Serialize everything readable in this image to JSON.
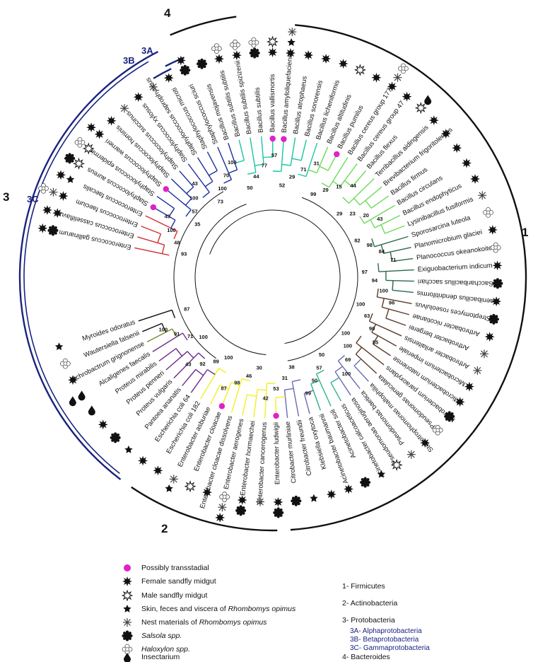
{
  "phyla": [
    {
      "num": "1",
      "label": "Firmicutes"
    },
    {
      "num": "2",
      "label": "Actinobacteria"
    },
    {
      "num": "3",
      "label": "Protobacteria"
    },
    {
      "num": "4",
      "label": "Bacteroides"
    }
  ],
  "subgroups": [
    {
      "num": "3A",
      "label": "Alphaprotobacteria"
    },
    {
      "num": "3B",
      "label": "Betaprotobacteria"
    },
    {
      "num": "3C",
      "label": "Gammaprotobacteria"
    }
  ],
  "legend": [
    {
      "icon": "magenta-dot-icon",
      "text": "Possibly transstadial",
      "italic": ""
    },
    {
      "icon": "black-star-icon",
      "text": "Female sandfly midgut",
      "italic": ""
    },
    {
      "icon": "outline-star-icon",
      "text": "Male sandfly midgut",
      "italic": ""
    },
    {
      "icon": "small-star-icon",
      "text": "Skin, feces and viscera of ",
      "italic": "Rhombomys opimus"
    },
    {
      "icon": "asterisk-star-icon",
      "text": "Nest materials of ",
      "italic": "Rhombomys opimus"
    },
    {
      "icon": "scalloped-circle-icon",
      "text": "",
      "italic": "Salsola spp."
    },
    {
      "icon": "flower-outline-icon",
      "text": "",
      "italic": "Haloxylon spp."
    },
    {
      "icon": "drop-icon",
      "text": "Insectarium",
      "italic": ""
    }
  ],
  "taxa": [
    {
      "name": "Enterococcus gallinarum",
      "group": "firm",
      "mark": [
        "scalloped-circle-icon",
        "black-star-icon"
      ]
    },
    {
      "name": "Enterococcus casseliflavus",
      "group": "firm",
      "mark": [
        "black-star-icon",
        "black-star-icon"
      ]
    },
    {
      "name": "Enterococcus faecium",
      "group": "firm",
      "mark": [
        "black-star-icon",
        "asterisk-star-icon",
        "flower-outline-icon"
      ]
    },
    {
      "name": "Enterococcus faecalis",
      "group": "firm",
      "mark": [
        "small-star-icon",
        "black-star-icon"
      ]
    },
    {
      "name": "Staphylococcus aureus",
      "group": "firm",
      "mark": [
        "outline-star-icon",
        "scalloped-circle-icon"
      ],
      "dot": true
    },
    {
      "name": "Staphylococcus epidermidis",
      "group": "firm",
      "mark": [
        "outline-star-icon",
        "flower-outline-icon"
      ]
    },
    {
      "name": "Staphylococcus warneri",
      "group": "firm",
      "mark": [
        "black-star-icon",
        "black-star-icon"
      ],
      "dot": true
    },
    {
      "name": "Staphylococcus hominis",
      "group": "firm",
      "mark": [
        "black-star-icon"
      ]
    },
    {
      "name": "Staphylococcus succinus",
      "group": "firm",
      "mark": [
        "asterisk-star-icon"
      ]
    },
    {
      "name": "Staphylococcus xylosus",
      "group": "firm",
      "mark": [
        "black-star-icon"
      ]
    },
    {
      "name": "Staphylococcus saprophyticus",
      "group": "firm",
      "mark": [
        "asterisk-star-icon"
      ]
    },
    {
      "name": "Staphylococcus microti",
      "group": "firm",
      "mark": [
        "black-star-icon"
      ]
    },
    {
      "name": "Staphylococcus sciuri",
      "group": "firm",
      "mark": [
        "scalloped-circle-icon",
        "black-star-icon"
      ]
    },
    {
      "name": "Bacillus mojavensis",
      "group": "firm",
      "mark": [
        "scalloped-circle-icon"
      ]
    },
    {
      "name": "Bacillus subtilis subtilis",
      "group": "firm",
      "mark": [
        "black-star-icon",
        "flower-outline-icon"
      ]
    },
    {
      "name": "Bacillus subtilis spizizenii",
      "group": "firm",
      "mark": [
        "black-star-icon",
        "flower-outline-icon"
      ]
    },
    {
      "name": "Bacillus subtilis",
      "group": "firm",
      "mark": [
        "scalloped-circle-icon",
        "flower-outline-icon"
      ]
    },
    {
      "name": "Bacillus vallismortis",
      "group": "firm",
      "mark": [
        "black-star-icon",
        "outline-star-icon"
      ],
      "dot": true
    },
    {
      "name": "Bacillus amyloliquefaciens",
      "group": "firm",
      "mark": [
        "black-star-icon",
        "small-star-icon",
        "asterisk-star-icon"
      ],
      "dot": true
    },
    {
      "name": "Bacillus atrophaeus",
      "group": "firm",
      "mark": [
        "black-star-icon"
      ]
    },
    {
      "name": "Bacillus sonorensis",
      "group": "firm",
      "mark": [
        "black-star-icon"
      ]
    },
    {
      "name": "Bacillus licheniformis",
      "group": "firm",
      "mark": [
        "black-star-icon"
      ]
    },
    {
      "name": "Bacillus altitudinis",
      "group": "firm",
      "mark": [
        "outline-star-icon"
      ]
    },
    {
      "name": "Bacillus pumilus",
      "group": "firm",
      "mark": [
        "black-star-icon"
      ],
      "dot": true
    },
    {
      "name": "Bacillus cereus group 177",
      "group": "firm",
      "mark": [
        "black-star-icon",
        "asterisk-star-icon",
        "flower-outline-icon"
      ]
    },
    {
      "name": "Bacillus cereus group 47",
      "group": "firm",
      "mark": [
        "black-star-icon"
      ]
    },
    {
      "name": "Bacillus flexus",
      "group": "firm",
      "mark": [
        "outline-star-icon",
        "drop-icon"
      ]
    },
    {
      "name": "Terribacillus aidingensis",
      "group": "firm",
      "mark": [
        "black-star-icon"
      ]
    },
    {
      "name": "Brevibacterium frigoritolerans",
      "group": "firm",
      "mark": [
        "black-star-icon"
      ]
    },
    {
      "name": "Bacillus firmus",
      "group": "firm",
      "mark": [
        "black-star-icon"
      ]
    },
    {
      "name": "Bacillus circulans",
      "group": "firm",
      "mark": [
        "black-star-icon"
      ]
    },
    {
      "name": "Bacillus endophyticus",
      "group": "firm",
      "mark": [
        "black-star-icon"
      ]
    },
    {
      "name": "Lysinibacillus fusiformis",
      "group": "firm",
      "mark": [
        "asterisk-star-icon"
      ]
    },
    {
      "name": "Sporosarcina luteola",
      "group": "firm",
      "mark": [
        "flower-outline-icon"
      ]
    },
    {
      "name": "Planomicrobium glaciei",
      "group": "firm",
      "mark": [
        "black-star-icon"
      ]
    },
    {
      "name": "Planococcus okeanokoites",
      "group": "firm",
      "mark": [
        "flower-outline-icon"
      ]
    },
    {
      "name": "Exiguobacterium indicum",
      "group": "firm",
      "mark": [
        "black-star-icon"
      ]
    },
    {
      "name": "Saccharibacillus sacchari",
      "group": "firm",
      "mark": [
        "scalloped-circle-icon"
      ]
    },
    {
      "name": "Paenibacillus dendritiformis",
      "group": "firm",
      "mark": [
        "black-star-icon"
      ]
    },
    {
      "name": "Streptomyces roseolulvus",
      "group": "act",
      "mark": [
        "scalloped-circle-icon"
      ]
    },
    {
      "name": "Arthrobacter nicotianae",
      "group": "act",
      "mark": [
        "black-star-icon"
      ]
    },
    {
      "name": "Arthrobacter bergerei",
      "group": "act",
      "mark": [
        "asterisk-star-icon"
      ]
    },
    {
      "name": "Arthrobacter arilaitensis",
      "group": "act",
      "mark": [
        "asterisk-star-icon"
      ]
    },
    {
      "name": "Microbacterium imperiale",
      "group": "act",
      "mark": [
        "black-star-icon"
      ]
    },
    {
      "name": "Microbacterium natoriense",
      "group": "act",
      "mark": [
        "black-star-icon"
      ]
    },
    {
      "name": "Microbacterium paraoxydans",
      "group": "act",
      "mark": [
        "scalloped-circle-icon"
      ]
    },
    {
      "name": "Pseudomonas geniculata",
      "group": "act",
      "mark": [
        "flower-outline-icon"
      ]
    },
    {
      "name": "Stenotrophomonas maltophilia",
      "group": "gamma",
      "mark": [
        "black-star-icon"
      ]
    },
    {
      "name": "Pseudomonas baetica",
      "group": "gamma",
      "mark": [
        "asterisk-star-icon"
      ]
    },
    {
      "name": "Pseudomonas aeruginosa",
      "group": "gamma",
      "mark": [
        "outline-star-icon"
      ]
    },
    {
      "name": "Acinetobacter calcoaceticus",
      "group": "gamma",
      "mark": [
        "small-star-icon"
      ]
    },
    {
      "name": "Acinetobacter soli",
      "group": "gamma",
      "mark": [
        "scalloped-circle-icon"
      ]
    },
    {
      "name": "Acinetobacter baumannii",
      "group": "gamma",
      "mark": [
        "black-star-icon"
      ]
    },
    {
      "name": "Klebsiella oxytoca",
      "group": "gamma",
      "mark": [
        "black-star-icon"
      ]
    },
    {
      "name": "Citrobacter freundii",
      "group": "gamma",
      "mark": [
        "small-star-icon"
      ]
    },
    {
      "name": "Citrobacter murliniae",
      "group": "gamma",
      "mark": [
        "scalloped-circle-icon"
      ]
    },
    {
      "name": "Enterobacter ludwigii",
      "group": "gamma",
      "mark": [
        "black-star-icon",
        "scalloped-circle-icon"
      ],
      "dot": true
    },
    {
      "name": "Enterobacter cancerogenus",
      "group": "gamma",
      "mark": [
        "asterisk-star-icon"
      ]
    },
    {
      "name": "Enterobacter hormaechei",
      "group": "gamma",
      "mark": [
        "black-star-icon",
        "scalloped-circle-icon"
      ]
    },
    {
      "name": "Enterobacter aerogenes",
      "group": "gamma",
      "mark": [
        "flower-outline-icon",
        "asterisk-star-icon",
        "black-star-icon"
      ]
    },
    {
      "name": "Enterobacter cloacae dissolvens",
      "group": "gamma",
      "mark": [
        "black-star-icon"
      ]
    },
    {
      "name": "Enterobacter cloacae",
      "group": "gamma",
      "mark": [
        "outline-star-icon"
      ],
      "dot": true
    },
    {
      "name": "Enterobacter asburiae",
      "group": "gamma",
      "mark": [
        "asterisk-star-icon",
        "small-star-icon"
      ]
    },
    {
      "name": "Escherichia coli 182",
      "group": "gamma",
      "mark": [
        "black-star-icon"
      ]
    },
    {
      "name": "Escherichia coli 64",
      "group": "gamma",
      "mark": [
        "black-star-icon"
      ]
    },
    {
      "name": "Pantoea ananatis",
      "group": "gamma",
      "mark": [
        "small-star-icon"
      ]
    },
    {
      "name": "Proteus vulgaris",
      "group": "gamma",
      "mark": [
        "scalloped-circle-icon"
      ]
    },
    {
      "name": "Proteus penneri",
      "group": "gamma",
      "mark": [
        "black-star-icon"
      ]
    },
    {
      "name": "Proteus mirabilis",
      "group": "gamma",
      "mark": [
        "drop-icon"
      ]
    },
    {
      "name": "Alcaligenes faecalis",
      "group": "beta",
      "mark": [
        "drop-icon",
        "drop-icon"
      ]
    },
    {
      "name": "Ochrobactrum grignonense",
      "group": "alpha",
      "mark": [
        "black-star-icon"
      ]
    },
    {
      "name": "Wautersiella falsenii",
      "group": "bact",
      "mark": [
        "flower-outline-icon"
      ]
    },
    {
      "name": "Myroides odoratus",
      "group": "bact",
      "mark": [
        "small-star-icon"
      ]
    }
  ],
  "bootstraps": [
    "93",
    "48",
    "100",
    "45",
    "35",
    "57",
    "100",
    "43",
    "73",
    "100",
    "70",
    "100",
    "50",
    "44",
    "77",
    "57",
    "52",
    "29",
    "71",
    "31",
    "99",
    "29",
    "15",
    "44",
    "29",
    "23",
    "20",
    "43",
    "82",
    "98",
    "84",
    "71",
    "97",
    "94",
    "100",
    "96",
    "100",
    "63",
    "90",
    "55",
    "100",
    "100",
    "69",
    "100",
    "50",
    "57",
    "50",
    "99",
    "38",
    "31",
    "53",
    "42",
    "30",
    "46",
    "98",
    "87",
    "100",
    "89",
    "92",
    "43",
    "100",
    "71",
    "91",
    "100",
    "87"
  ],
  "colors": {
    "firm_red": "#d32f2f",
    "firm_blue": "#1a2f9c",
    "firm_green": "#19c6a0",
    "firm_lime": "#6fd85a",
    "act_dark": "#5a3a2a",
    "gamma_yellow": "#f2ef24",
    "gamma_teal": "#2bb38a",
    "gamma_purple": "#6b2a8c",
    "dot": "#e021c9",
    "arc_blue": "#1a237e"
  }
}
